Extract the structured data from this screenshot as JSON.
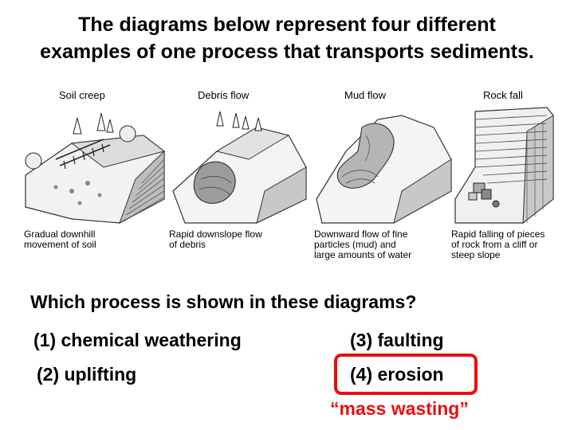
{
  "title": {
    "line1": "The diagrams below represent four different",
    "line2": "examples of one process that transports sediments."
  },
  "panels": [
    {
      "label": "Soil creep",
      "caption": [
        "Gradual downhill",
        "movement of soil"
      ]
    },
    {
      "label": "Debris flow",
      "caption": [
        "Rapid downslope flow",
        "of debris"
      ]
    },
    {
      "label": "Mud flow",
      "caption": [
        "Downward flow of fine",
        "particles (mud) and",
        "large amounts of water"
      ]
    },
    {
      "label": "Rock fall",
      "caption": [
        "Rapid falling of pieces",
        "of rock from a cliff or",
        "steep slope"
      ]
    }
  ],
  "question": "Which process is shown in these diagrams?",
  "options": [
    {
      "text": "(1) chemical weathering"
    },
    {
      "text": "(2) uplifting"
    },
    {
      "text": "(3) faulting"
    },
    {
      "text": "(4) erosion"
    }
  ],
  "highlight_color": "#e81010",
  "note": "“mass wasting”"
}
